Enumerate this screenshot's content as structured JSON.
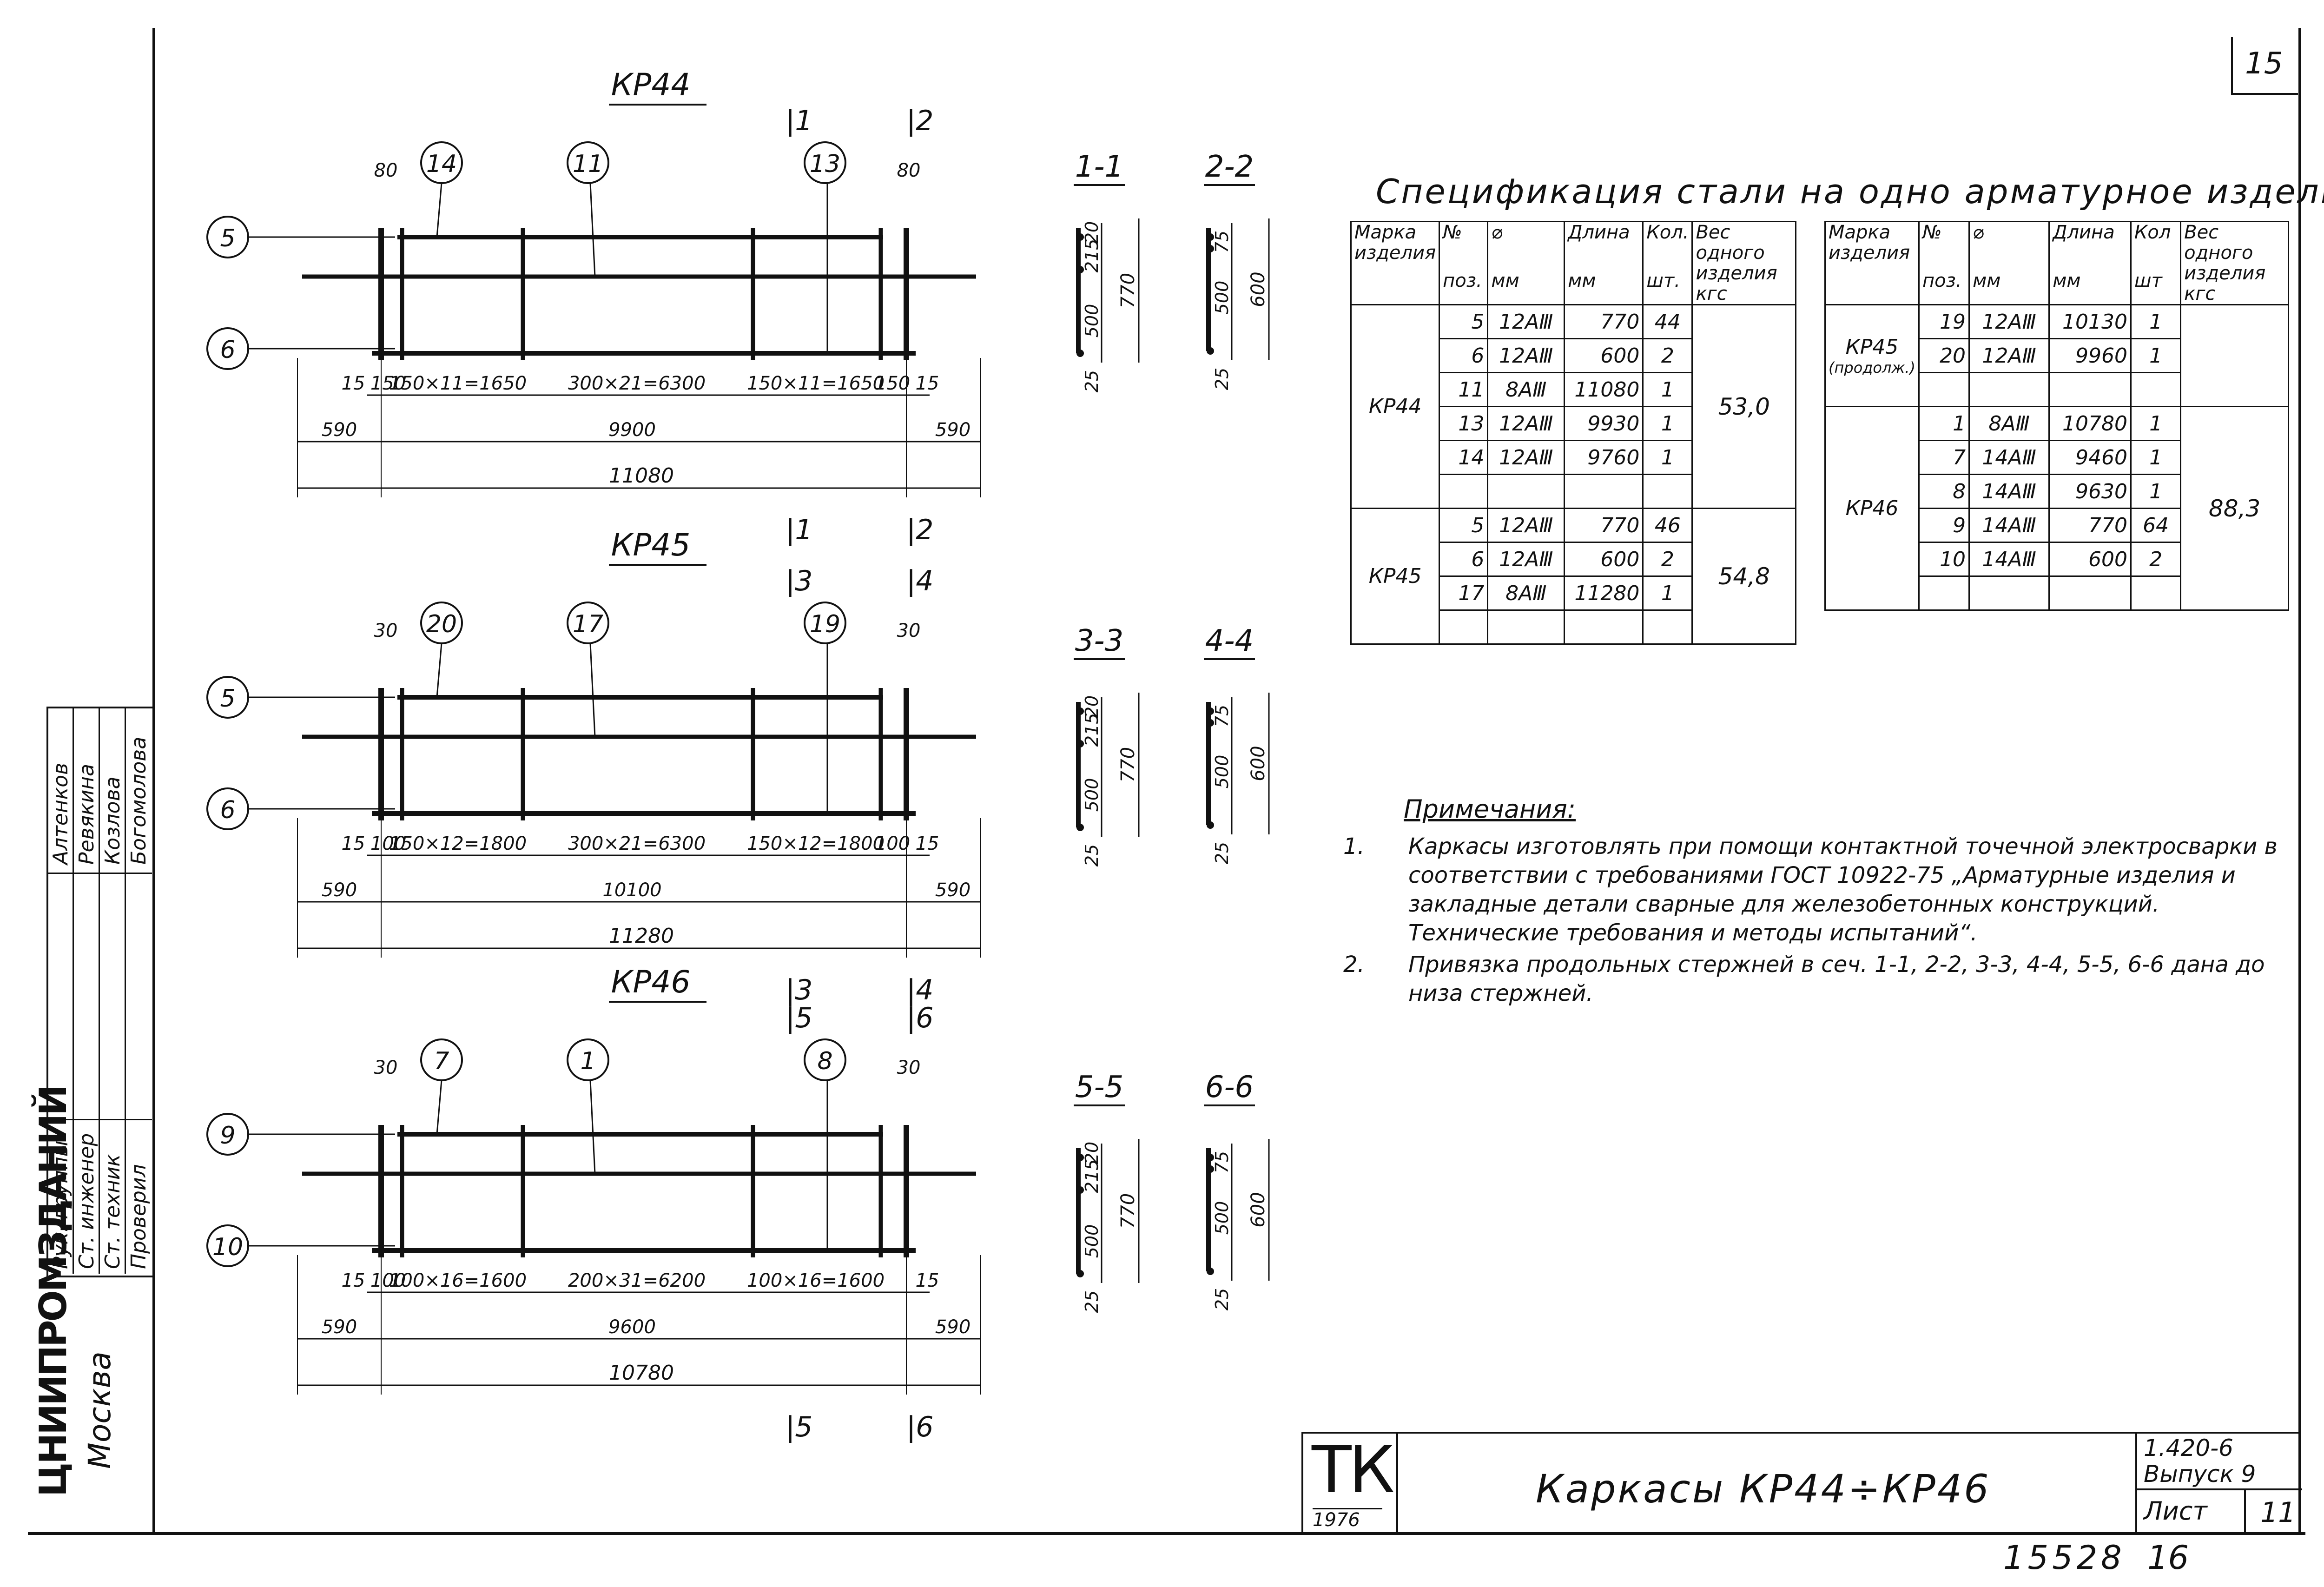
{
  "sheet": {
    "corner_number": "15",
    "bottom_number": "15528",
    "bottom_number_2": "16"
  },
  "frames": [
    {
      "name": "КР44",
      "pos_numbers": [
        "14",
        "11",
        "13",
        "5",
        "6"
      ],
      "offsets": [
        "80",
        "80"
      ],
      "dims_row1": [
        "15",
        "150",
        "150×11=1650",
        "300×21=6300",
        "150×11=1650",
        "150",
        "15"
      ],
      "dims_row2": [
        "590",
        "9900",
        "590"
      ],
      "total": "11080",
      "sections": [
        "1",
        "2"
      ]
    },
    {
      "name": "КР45",
      "pos_numbers": [
        "20",
        "17",
        "19",
        "5",
        "6"
      ],
      "offsets": [
        "30",
        "30"
      ],
      "dims_row1": [
        "15",
        "100",
        "150×12=1800",
        "300×21=6300",
        "150×12=1800",
        "100",
        "15"
      ],
      "dims_row2": [
        "590",
        "10100",
        "590"
      ],
      "total": "11280",
      "sections": [
        "3",
        "4"
      ]
    },
    {
      "name": "КР46",
      "pos_numbers": [
        "7",
        "1",
        "8",
        "9",
        "10"
      ],
      "offsets": [
        "30",
        "30"
      ],
      "dims_row1": [
        "15",
        "100",
        "100×16=1600",
        "200×31=6200",
        "100×16=1600",
        "15"
      ],
      "dims_row2": [
        "590",
        "9600",
        "590"
      ],
      "total": "10780",
      "sections": [
        "5",
        "6"
      ]
    }
  ],
  "sections": [
    {
      "label": "1-1",
      "dims": [
        "20",
        "215",
        "500",
        "25"
      ],
      "total": "770"
    },
    {
      "label": "2-2",
      "dims": [
        "75",
        "500",
        "25"
      ],
      "total": "600"
    },
    {
      "label": "3-3",
      "dims": [
        "20",
        "215",
        "500",
        "25"
      ],
      "total": "770"
    },
    {
      "label": "4-4",
      "dims": [
        "75",
        "500",
        "25"
      ],
      "total": "600"
    },
    {
      "label": "5-5",
      "dims": [
        "20",
        "215",
        "500",
        "25"
      ],
      "total": "770"
    },
    {
      "label": "6-6",
      "dims": [
        "75",
        "500",
        "25"
      ],
      "total": "600"
    }
  ],
  "spec": {
    "title": "Спецификация стали на одно арматурное изделие",
    "headers": {
      "mark": "Марка изделия",
      "pos": "№",
      "pos_unit": "поз.",
      "dia": "⌀",
      "dia_unit": "мм",
      "length": "Длина",
      "length_unit": "мм",
      "qty": "Кол.",
      "qty_unit": "шт.",
      "weight": "Вес одного изделия",
      "weight_unit": "кгс"
    },
    "headers_right": {
      "qty": "Кол",
      "qty_unit": "шт"
    },
    "left": [
      {
        "mark": "КР44",
        "weight": "53,0",
        "rows": [
          {
            "pos": "5",
            "dia": "12AⅢ",
            "len": "770",
            "qty": "44"
          },
          {
            "pos": "6",
            "dia": "12AⅢ",
            "len": "600",
            "qty": "2"
          },
          {
            "pos": "11",
            "dia": "8AⅢ",
            "len": "11080",
            "qty": "1"
          },
          {
            "pos": "13",
            "dia": "12AⅢ",
            "len": "9930",
            "qty": "1"
          },
          {
            "pos": "14",
            "dia": "12AⅢ",
            "len": "9760",
            "qty": "1"
          }
        ]
      },
      {
        "mark": "КР45",
        "weight": "54,8",
        "rows": [
          {
            "pos": "5",
            "dia": "12AⅢ",
            "len": "770",
            "qty": "46"
          },
          {
            "pos": "6",
            "dia": "12AⅢ",
            "len": "600",
            "qty": "2"
          },
          {
            "pos": "17",
            "dia": "8AⅢ",
            "len": "11280",
            "qty": "1"
          }
        ]
      }
    ],
    "right": [
      {
        "mark": "КР45",
        "mark_note": "(продолж.)",
        "weight": "",
        "rows": [
          {
            "pos": "19",
            "dia": "12AⅢ",
            "len": "10130",
            "qty": "1"
          },
          {
            "pos": "20",
            "dia": "12AⅢ",
            "len": "9960",
            "qty": "1"
          }
        ]
      },
      {
        "mark": "КР46",
        "weight": "88,3",
        "rows": [
          {
            "pos": "1",
            "dia": "8AⅢ",
            "len": "10780",
            "qty": "1"
          },
          {
            "pos": "7",
            "dia": "14AⅢ",
            "len": "9460",
            "qty": "1"
          },
          {
            "pos": "8",
            "dia": "14AⅢ",
            "len": "9630",
            "qty": "1"
          },
          {
            "pos": "9",
            "dia": "14AⅢ",
            "len": "770",
            "qty": "64"
          },
          {
            "pos": "10",
            "dia": "14AⅢ",
            "len": "600",
            "qty": "2"
          }
        ]
      }
    ]
  },
  "notes": {
    "title": "Примечания:",
    "items": [
      {
        "num": "1.",
        "text": "Каркасы изготовлять при помощи контактной точечной электросварки в соответствии с требованиями ГОСТ 10922-75 „Арматурные изделия и закладные детали сварные для железобетонных конструкций. Технические требования и методы испытаний“."
      },
      {
        "num": "2.",
        "text": "Привязка продольных стержней в сеч. 1-1, 2-2, 3-3, 4-4, 5-5, 6-6 дана до низа стержней."
      }
    ]
  },
  "side_stamp": {
    "roles": [
      "Рук. группы",
      "Ст. инженер",
      "Ст. техник",
      "Проверил"
    ],
    "names": [
      "Алтенков",
      "Ревякина",
      "Козлова",
      "Богомолова"
    ],
    "org": "ЦНИИПРОМЗДАНИЙ",
    "city": "Москва"
  },
  "title_block": {
    "logo": "ТК",
    "year": "1976",
    "title": "Каркасы КР44÷КР46",
    "series": "1.420-6",
    "issue": "Выпуск 9",
    "sheet_label": "Лист",
    "sheet_num": "11"
  }
}
